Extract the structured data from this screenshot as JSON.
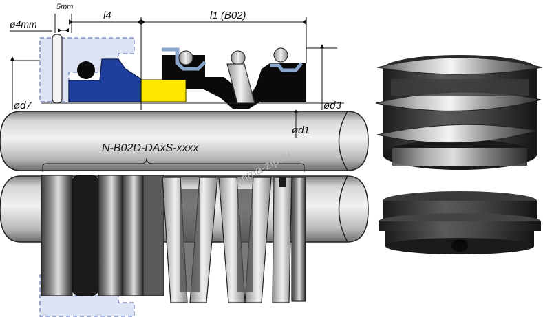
{
  "labels": {
    "d4mm": "ø4mm",
    "mm5": "5mm",
    "l4": "l4",
    "l1": "l1 (B02)",
    "d7": "ød7",
    "d3": "ød3",
    "d1": "ød1",
    "part_number": "N-B02D-DAxS-xxxx",
    "watermark": "prima-zip.ru"
  },
  "colors": {
    "blue": "#1f3f9f",
    "yellow": "#ffe800",
    "black": "#0a0a0a",
    "ghost": "#dde3f2",
    "shaft_light": "#e9e9e9",
    "shaft_dark": "#8a8a8a"
  }
}
